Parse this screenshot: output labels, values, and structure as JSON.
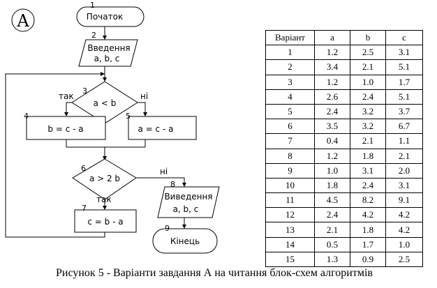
{
  "diagram_label": "A",
  "nodes": {
    "n1": {
      "number": "1",
      "text": "Початок"
    },
    "n2": {
      "number": "2",
      "line1": "Введення",
      "line2": "a, b, c"
    },
    "n3": {
      "number": "3",
      "text": "a < b",
      "yes": "так",
      "no": "ні"
    },
    "n4": {
      "number": "4",
      "text": "b = c - a"
    },
    "n5": {
      "number": "5",
      "text": "a = c - a"
    },
    "n6": {
      "number": "6",
      "text": "a > 2 b",
      "yes": "так",
      "no": "ні"
    },
    "n7": {
      "number": "7",
      "text": "c = b - a"
    },
    "n8": {
      "number": "8",
      "line1": "Виведення",
      "line2": "a, b, c"
    },
    "n9": {
      "number": "9",
      "text": "Кінець"
    }
  },
  "table": {
    "headers": [
      "Варіант",
      "a",
      "b",
      "c"
    ],
    "rows": [
      [
        "1",
        "1.2",
        "2.5",
        "3.1"
      ],
      [
        "2",
        "3.4",
        "2.1",
        "5.1"
      ],
      [
        "3",
        "1.2",
        "1.0",
        "1.7"
      ],
      [
        "4",
        "2.6",
        "2.4",
        "5.1"
      ],
      [
        "5",
        "2.4",
        "3.2",
        "3.7"
      ],
      [
        "6",
        "3.5",
        "3.2",
        "6.7"
      ],
      [
        "7",
        "0.4",
        "2.1",
        "1.1"
      ],
      [
        "8",
        "1.2",
        "1.8",
        "2.1"
      ],
      [
        "9",
        "1.0",
        "3.1",
        "2.0"
      ],
      [
        "10",
        "1.8",
        "2.4",
        "3.1"
      ],
      [
        "11",
        "4.5",
        "8.2",
        "9.1"
      ],
      [
        "12",
        "2.4",
        "4.2",
        "4.2"
      ],
      [
        "13",
        "2.1",
        "1.8",
        "4.2"
      ],
      [
        "14",
        "0.5",
        "1.7",
        "1.0"
      ],
      [
        "15",
        "1.3",
        "0.9",
        "2.5"
      ]
    ]
  },
  "caption": "Рисунок 5 - Варіанти завдання А на читання блок-схем алгоритмів"
}
